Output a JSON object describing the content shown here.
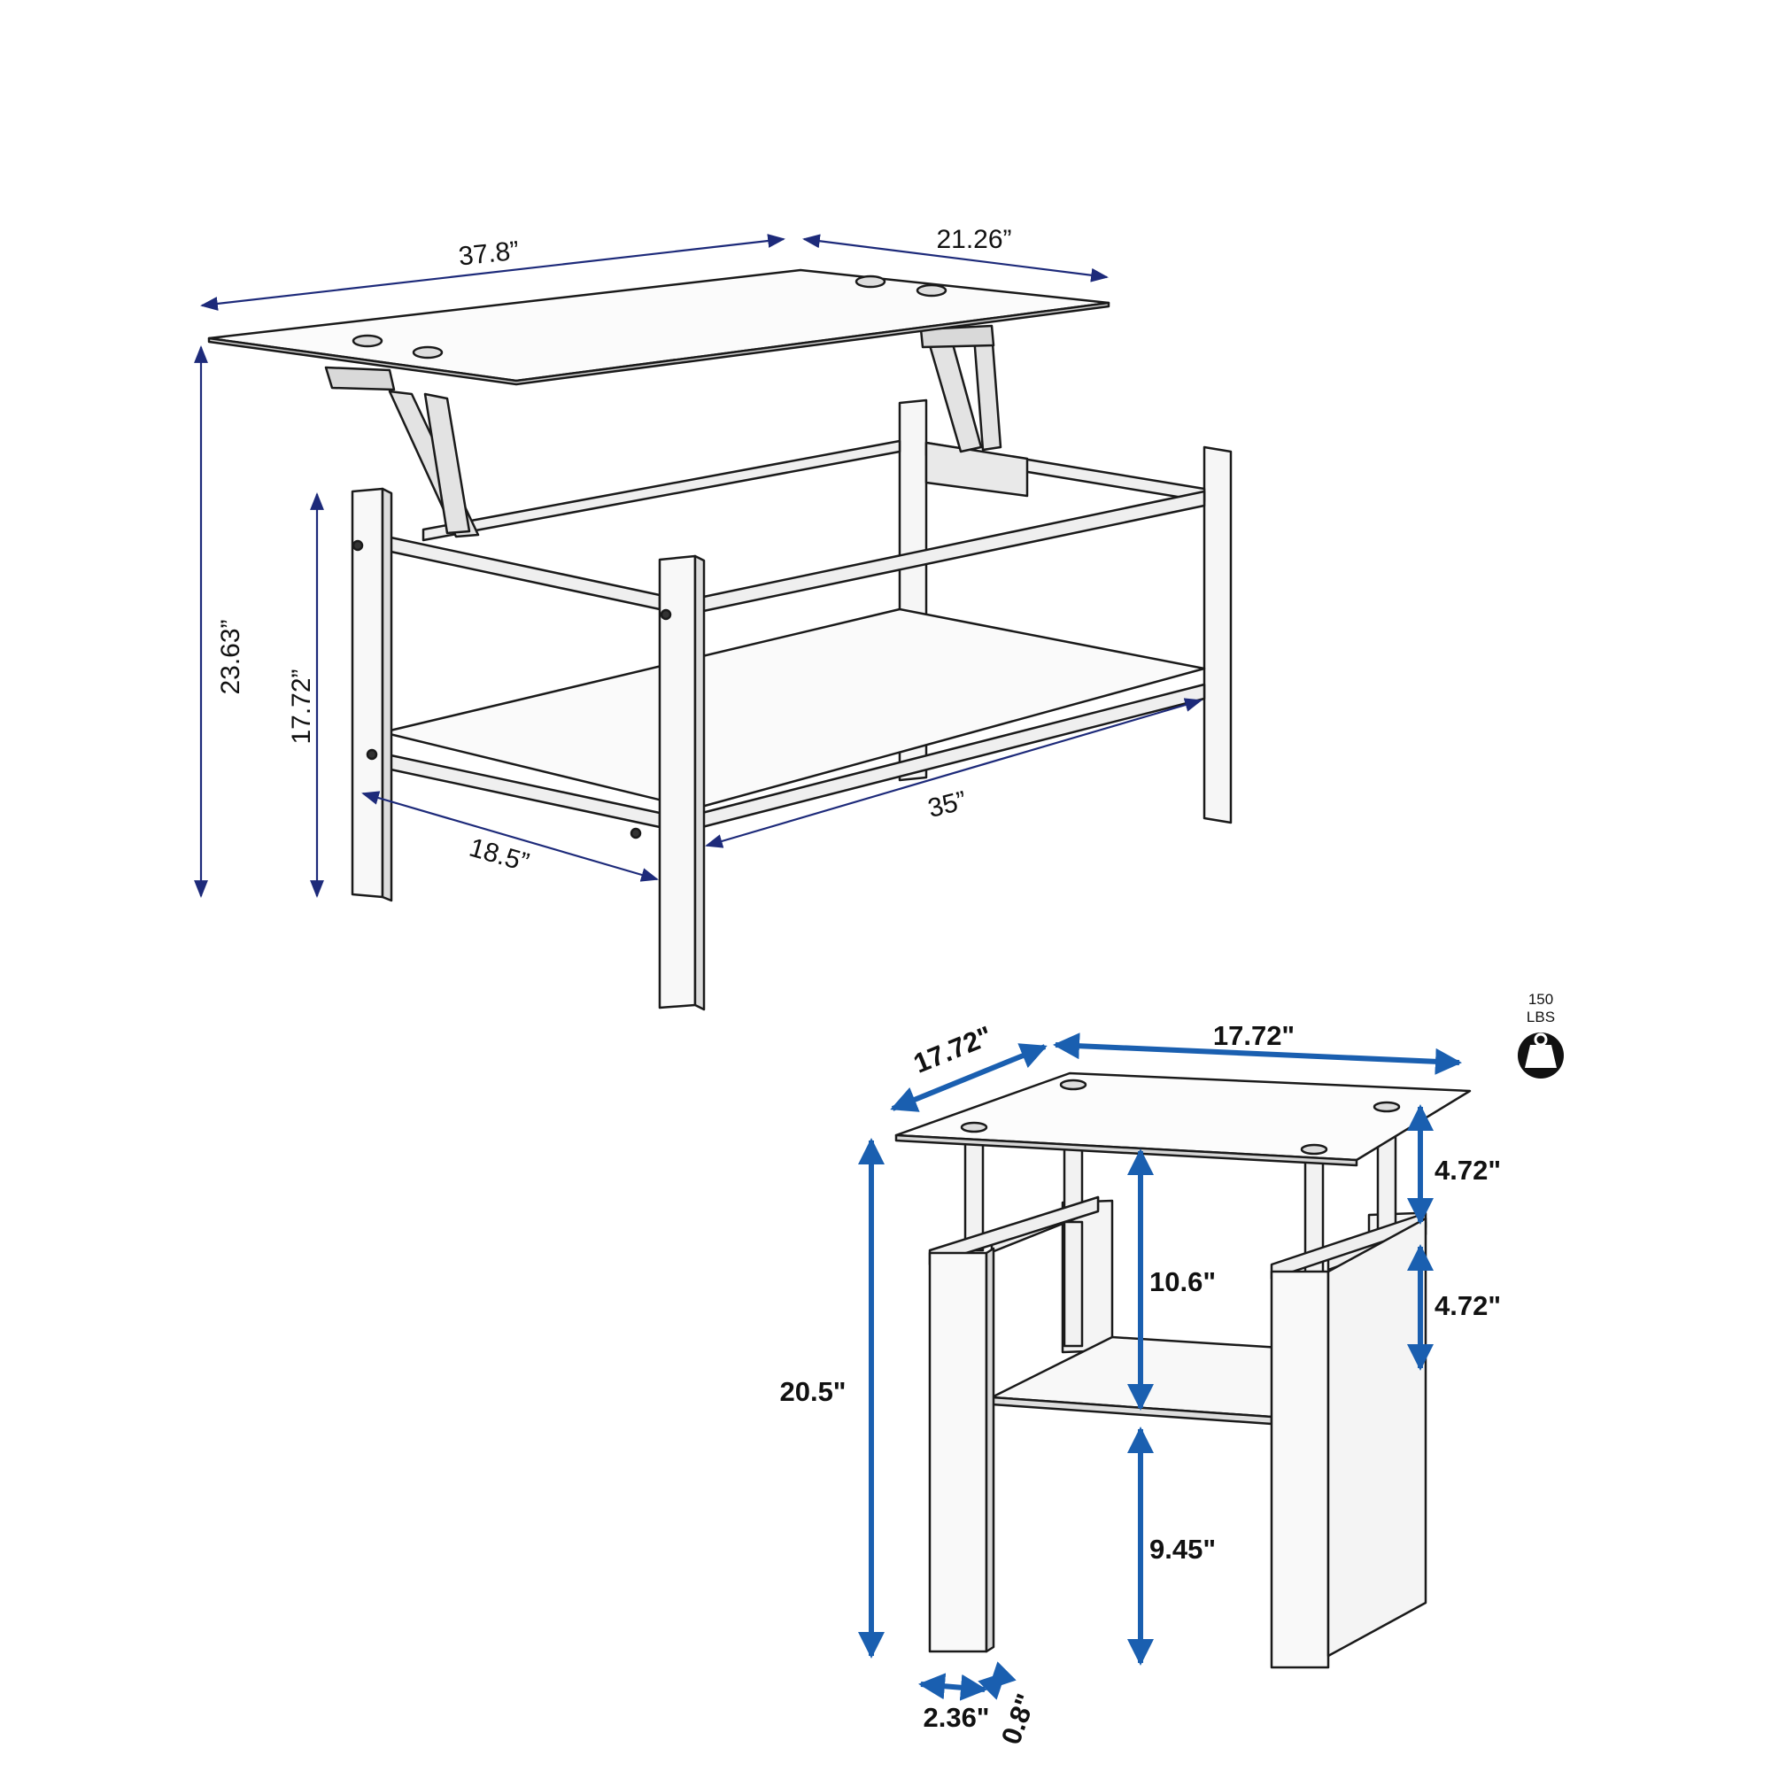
{
  "coffee_table": {
    "dims": {
      "top_length": "37.8”",
      "top_width": "21.26”",
      "overall_height": "23.63”",
      "frame_height": "17.72”",
      "shelf_length": "35”",
      "shelf_depth": "18.5”"
    },
    "dimension_color": "#1d2a7a"
  },
  "end_table": {
    "dims": {
      "depth": "17.72\"",
      "width": "17.72\"",
      "leg_to_top_gap": "4.72\"",
      "leg_to_shelf_gap": "4.72\"",
      "top_to_shelf": "10.6\"",
      "overall_height": "20.5\"",
      "shelf_to_floor": "9.45\"",
      "leg_width": "2.36\"",
      "leg_thickness": "0.8\""
    },
    "dimension_color": "#1a5fb0"
  },
  "weight_badge": {
    "line1": "150",
    "line2": "LBS",
    "icon": "weight-icon"
  }
}
